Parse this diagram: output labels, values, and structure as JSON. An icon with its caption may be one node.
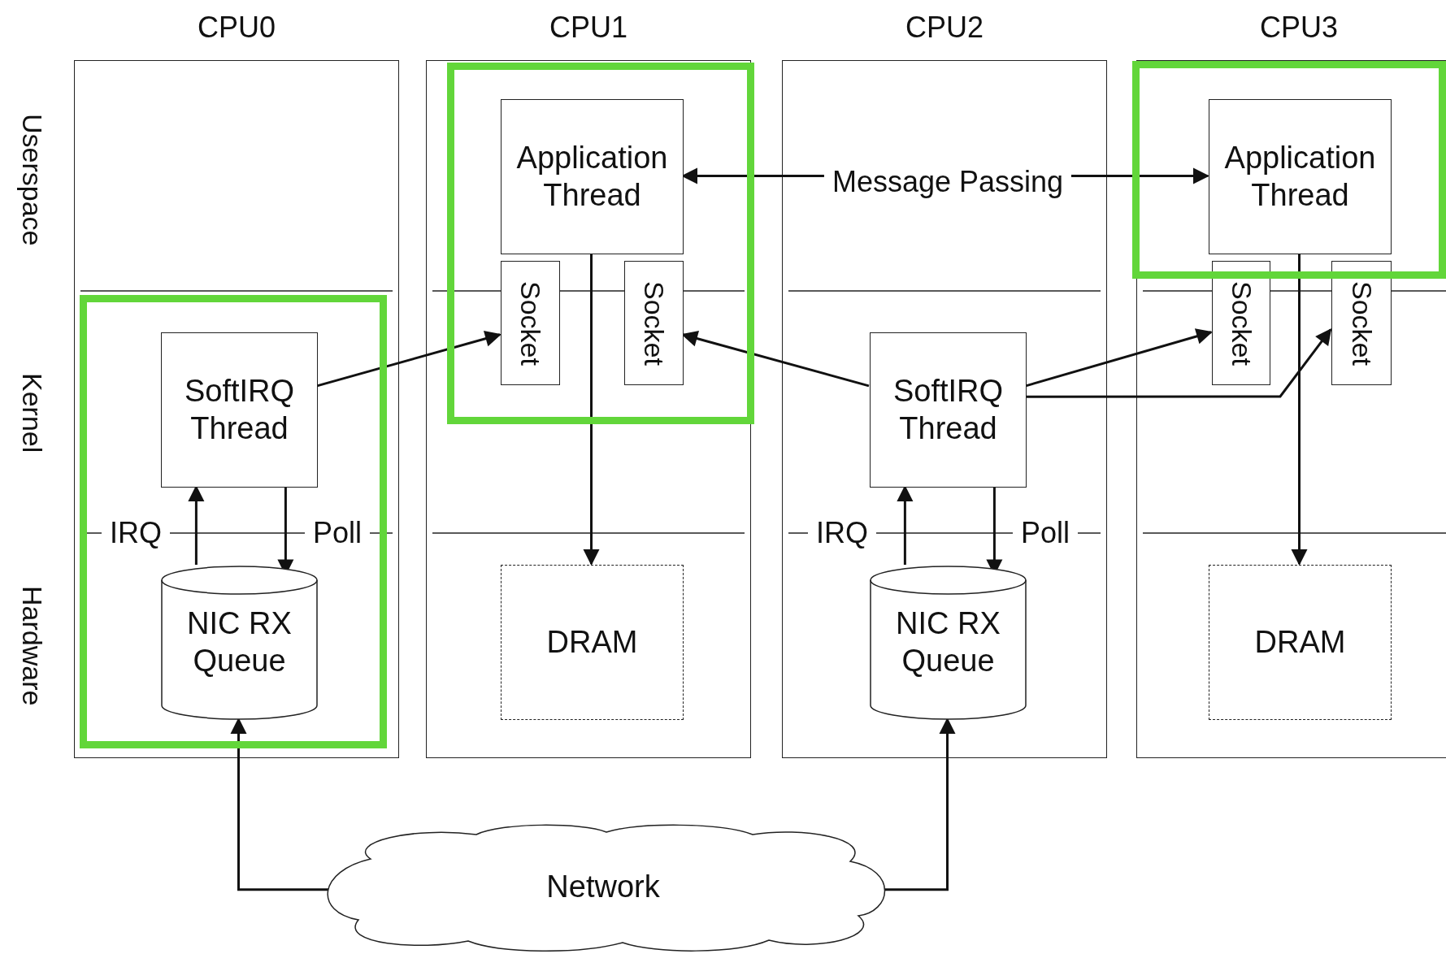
{
  "diagram": {
    "nodes": [
      {
        "text": [
          "CPU0"
        ]
      },
      {
        "text": [
          "CPU1"
        ]
      },
      {
        "text": [
          "CPU2"
        ]
      },
      {
        "text": [
          "CPU3"
        ]
      },
      {
        "text": [
          "Application Thread"
        ],
        "in": 1
      },
      {
        "text": [
          "Socket"
        ],
        "in": 1
      },
      {
        "text": [
          "Socket"
        ],
        "in": 1
      },
      {
        "text": [
          "Application Thread"
        ],
        "in": 3
      },
      {
        "text": [
          "Socket"
        ],
        "in": 3
      },
      {
        "text": [
          "Socket"
        ],
        "in": 3
      },
      {
        "text": [
          "SoftIRQ Thread"
        ],
        "in": 0
      },
      {
        "text": [
          "SoftIRQ Thread"
        ],
        "in": 2
      },
      {
        "text": [
          "NIC RX Queue"
        ],
        "in": 0
      },
      {
        "text": [
          "DRAM"
        ],
        "in": 1
      },
      {
        "text": [
          "NIC RX Queue"
        ],
        "in": 2
      },
      {
        "text": [
          "DRAM"
        ],
        "in": 3
      },
      {
        "text": [
          "Network"
        ]
      }
    ],
    "edges": [
      {
        "from": 4,
        "to": 7,
        "arrow": "both",
        "label": "Message Passing"
      },
      {
        "from": 10,
        "to": 5,
        "arrow": "to"
      },
      {
        "from": 11,
        "to": 6,
        "arrow": "to"
      },
      {
        "from": 11,
        "to": 8,
        "arrow": "to"
      },
      {
        "from": 11,
        "to": 9,
        "arrow": "to"
      },
      {
        "from": 12,
        "to": 10,
        "arrow": "to",
        "label": "IRQ"
      },
      {
        "from": 10,
        "to": 12,
        "arrow": "to",
        "label": "Poll"
      },
      {
        "from": 14,
        "to": 11,
        "arrow": "to",
        "label": "IRQ"
      },
      {
        "from": 11,
        "to": 14,
        "arrow": "to",
        "label": "Poll"
      },
      {
        "from": 4,
        "to": 13,
        "arrow": "to"
      },
      {
        "from": 7,
        "to": 15,
        "arrow": "to"
      },
      {
        "from": 16,
        "to": 12,
        "arrow": "to"
      },
      {
        "from": 16,
        "to": 14,
        "arrow": "to"
      }
    ],
    "labels": [
      "Userspace",
      "Kernel",
      "Hardware"
    ]
  }
}
